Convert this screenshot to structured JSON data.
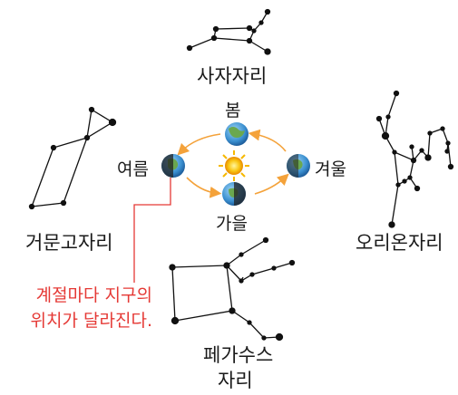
{
  "constellations": {
    "leo": "사자자리",
    "ursa_major": "거문고자리",
    "orion": "오리온자리",
    "pegasus_line1": "페가수스",
    "pegasus_line2": "자리"
  },
  "seasons": {
    "spring": "봄",
    "summer": "여름",
    "autumn": "가을",
    "winter": "겨울"
  },
  "note": {
    "line1": "계절마다 지구의",
    "line2": "위치가 달라진다."
  },
  "colors": {
    "orbit_arrow": "#f4a23a",
    "note_text": "#e53935",
    "note_leader": "#e53935",
    "sun": "#f6b800",
    "earth_ocean": "#4a9fd8",
    "earth_land": "#6aa84f"
  }
}
